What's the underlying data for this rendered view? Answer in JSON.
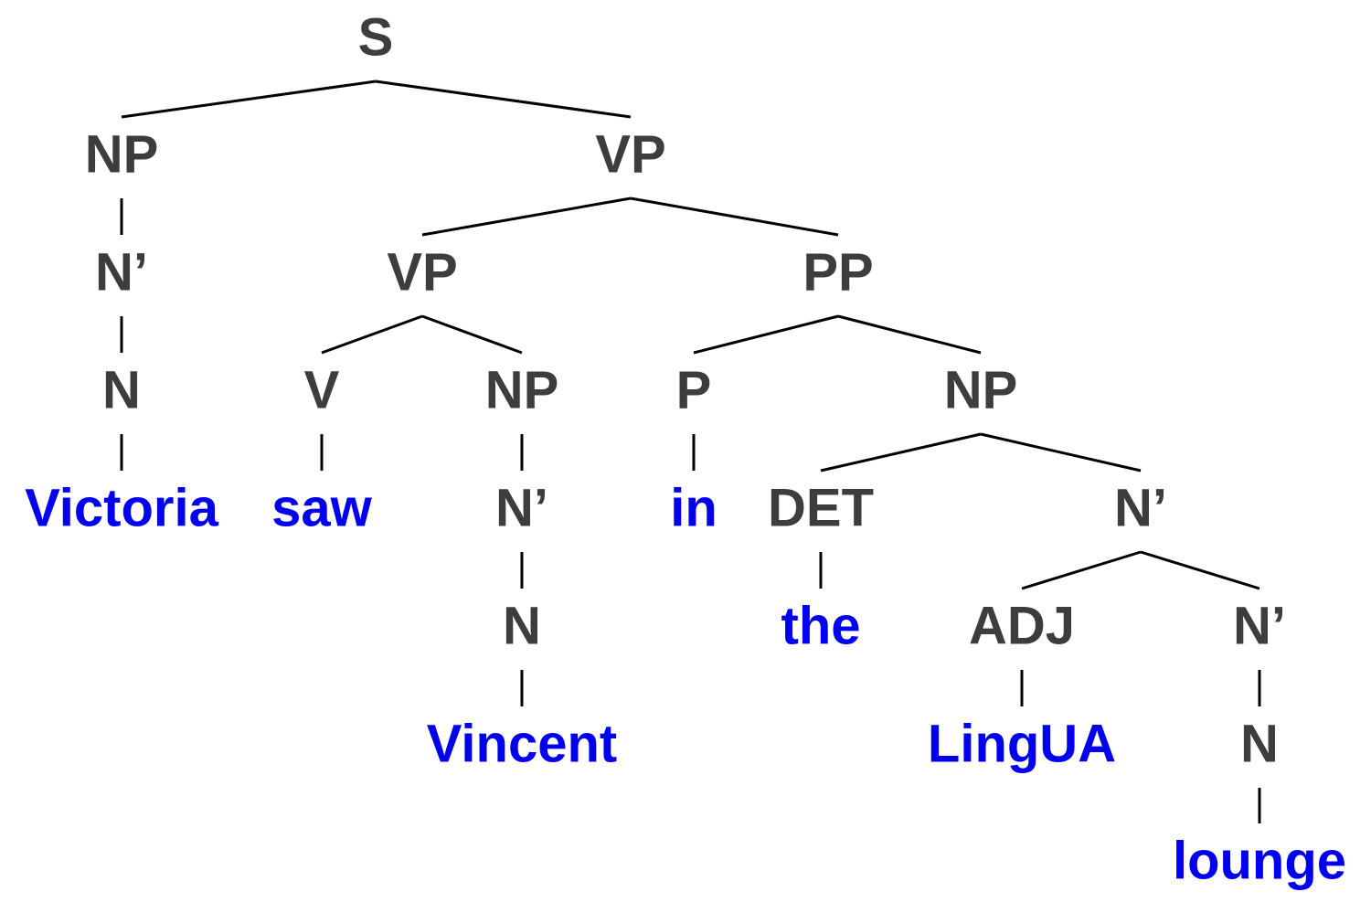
{
  "colors": {
    "category": "#3d3d3d",
    "word": "#0000ee",
    "edge": "#000000"
  },
  "tree": {
    "nodes": [
      {
        "id": "s",
        "label": "S",
        "kind": "category"
      },
      {
        "id": "np1",
        "label": "NP",
        "kind": "category"
      },
      {
        "id": "vp1",
        "label": "VP",
        "kind": "category"
      },
      {
        "id": "nbar1",
        "label": "N’",
        "kind": "category"
      },
      {
        "id": "n1",
        "label": "N",
        "kind": "category"
      },
      {
        "id": "w-victoria",
        "label": "Victoria",
        "kind": "word"
      },
      {
        "id": "vp2",
        "label": "VP",
        "kind": "category"
      },
      {
        "id": "pp",
        "label": "PP",
        "kind": "category"
      },
      {
        "id": "v",
        "label": "V",
        "kind": "category"
      },
      {
        "id": "w-saw",
        "label": "saw",
        "kind": "word"
      },
      {
        "id": "np2",
        "label": "NP",
        "kind": "category"
      },
      {
        "id": "nbar2",
        "label": "N’",
        "kind": "category"
      },
      {
        "id": "n2",
        "label": "N",
        "kind": "category"
      },
      {
        "id": "w-vincent",
        "label": "Vincent",
        "kind": "word"
      },
      {
        "id": "p",
        "label": "P",
        "kind": "category"
      },
      {
        "id": "w-in",
        "label": "in",
        "kind": "word"
      },
      {
        "id": "np3",
        "label": "NP",
        "kind": "category"
      },
      {
        "id": "det",
        "label": "DET",
        "kind": "category"
      },
      {
        "id": "w-the",
        "label": "the",
        "kind": "word"
      },
      {
        "id": "nbar3",
        "label": "N’",
        "kind": "category"
      },
      {
        "id": "adj",
        "label": "ADJ",
        "kind": "category"
      },
      {
        "id": "w-lingua",
        "label": "LingUA",
        "kind": "word"
      },
      {
        "id": "nbar4",
        "label": "N’",
        "kind": "category"
      },
      {
        "id": "n3",
        "label": "N",
        "kind": "category"
      },
      {
        "id": "w-lounge",
        "label": "lounge",
        "kind": "word"
      }
    ],
    "edges": [
      [
        "s",
        "np1"
      ],
      [
        "s",
        "vp1"
      ],
      [
        "np1",
        "nbar1"
      ],
      [
        "nbar1",
        "n1"
      ],
      [
        "n1",
        "w-victoria"
      ],
      [
        "vp1",
        "vp2"
      ],
      [
        "vp1",
        "pp"
      ],
      [
        "vp2",
        "v"
      ],
      [
        "vp2",
        "np2"
      ],
      [
        "v",
        "w-saw"
      ],
      [
        "np2",
        "nbar2"
      ],
      [
        "nbar2",
        "n2"
      ],
      [
        "n2",
        "w-vincent"
      ],
      [
        "pp",
        "p"
      ],
      [
        "pp",
        "np3"
      ],
      [
        "p",
        "w-in"
      ],
      [
        "np3",
        "det"
      ],
      [
        "np3",
        "nbar3"
      ],
      [
        "det",
        "w-the"
      ],
      [
        "nbar3",
        "adj"
      ],
      [
        "nbar3",
        "nbar4"
      ],
      [
        "adj",
        "w-lingua"
      ],
      [
        "nbar4",
        "n3"
      ],
      [
        "n3",
        "w-lounge"
      ]
    ]
  }
}
